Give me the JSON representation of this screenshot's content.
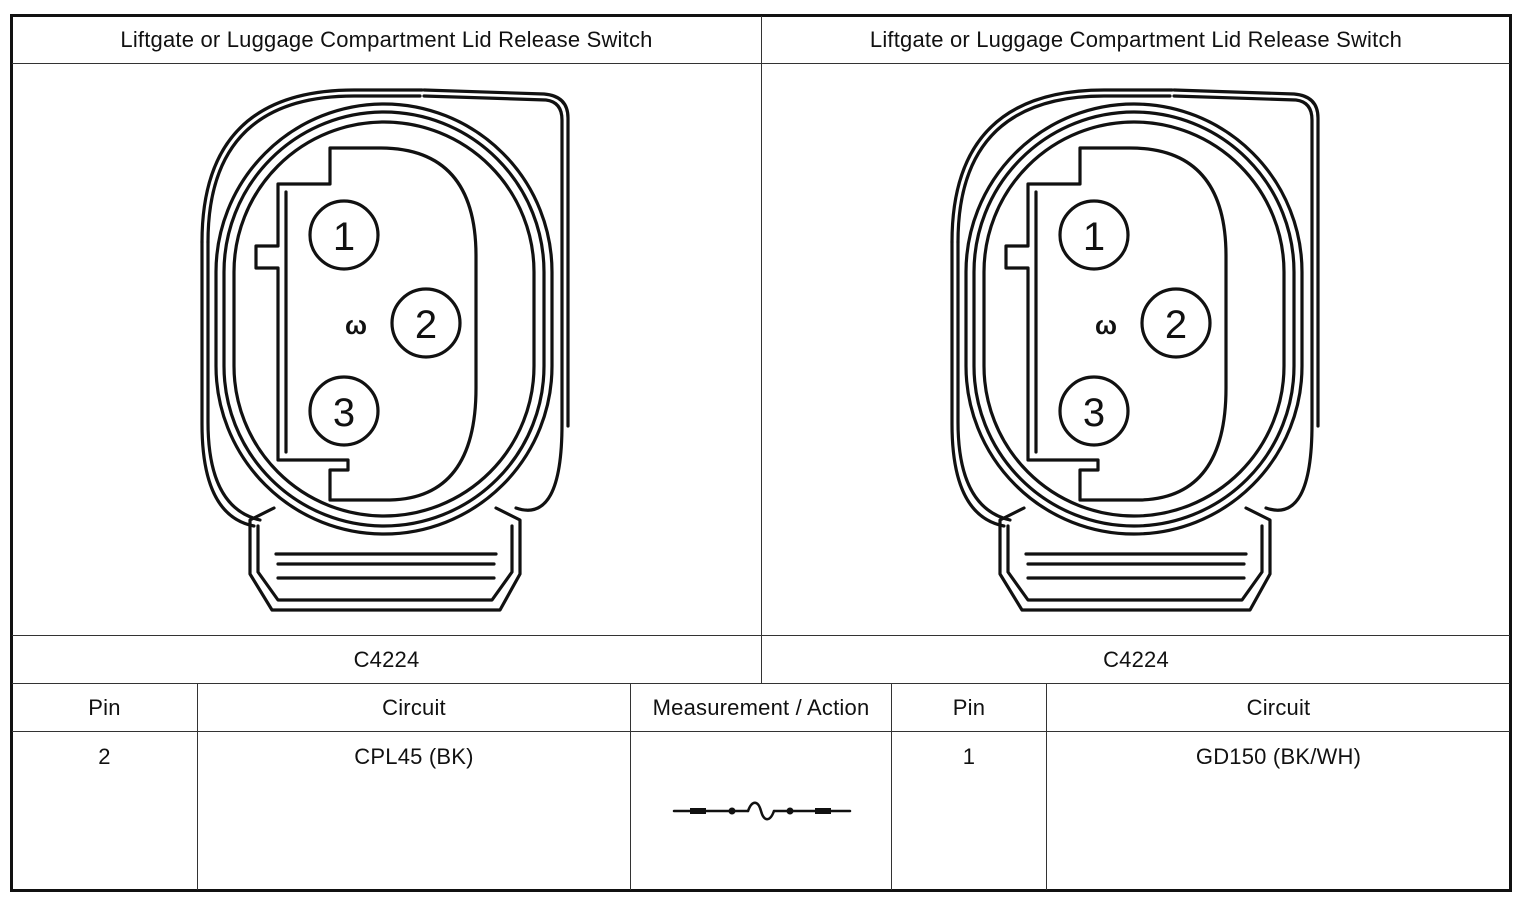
{
  "header": {
    "left_title": "Liftgate or Luggage Compartment Lid Release Switch",
    "right_title": "Liftgate or Luggage Compartment Lid Release Switch"
  },
  "connectors": {
    "left": {
      "id": "C4224",
      "pins": [
        "1",
        "2",
        "3"
      ],
      "key_mark": "ω"
    },
    "right": {
      "id": "C4224",
      "pins": [
        "1",
        "2",
        "3"
      ],
      "key_mark": "ω"
    }
  },
  "table": {
    "headers": {
      "pin_a": "Pin",
      "circuit_a": "Circuit",
      "measurement": "Measurement / Action",
      "pin_b": "Pin",
      "circuit_b": "Circuit"
    },
    "row": {
      "pin_a": "2",
      "circuit_a": "CPL45 (BK)",
      "measurement_icon": "continuity-fuse-symbol-icon",
      "pin_b": "1",
      "circuit_b": "GD150 (BK/WH)"
    }
  }
}
